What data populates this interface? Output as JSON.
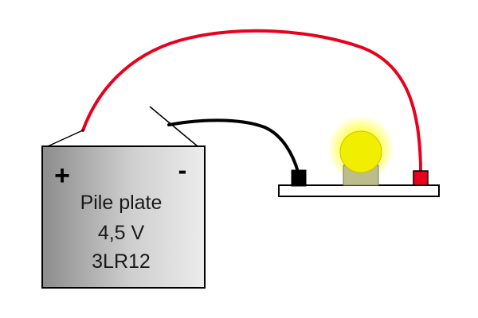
{
  "battery": {
    "plus_sign": "+",
    "minus_sign": "-",
    "name": "Pile plate",
    "voltage": "4,5 V",
    "model": "3LR12"
  },
  "colors": {
    "positive_wire": "#e8001c",
    "negative_wire": "#000000",
    "bulb_glow": "#ffff3a",
    "bulb_glass": "#f2ee00",
    "positive_terminal": "#e8001c",
    "negative_terminal": "#000000"
  },
  "icons": {
    "battery": "flat-battery-icon",
    "bulb": "lit-bulb-icon"
  }
}
